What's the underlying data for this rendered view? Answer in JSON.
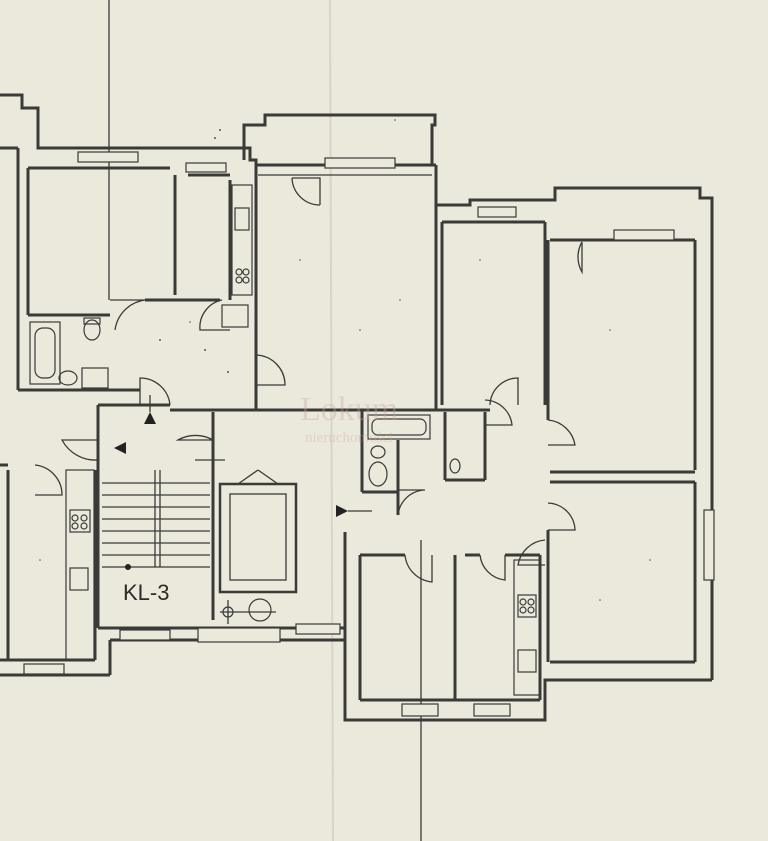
{
  "stairwell_label": "KL-3",
  "watermark": {
    "title": "Lokum",
    "subtitle": "nieruchomości"
  },
  "colors": {
    "paper": "#ebe8dc",
    "ink": "#3a3a38"
  }
}
